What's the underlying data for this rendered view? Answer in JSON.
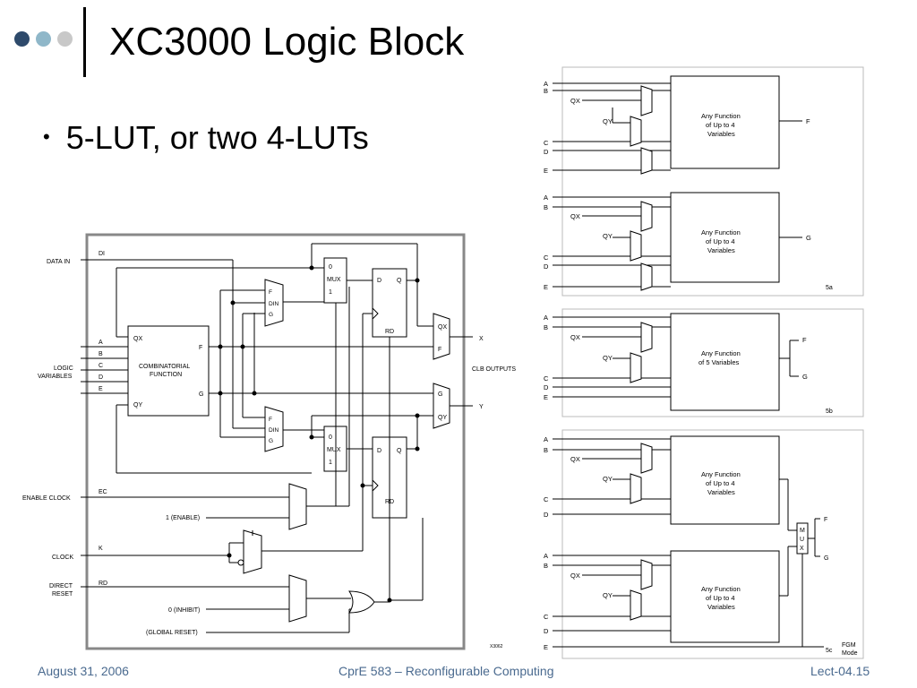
{
  "slide": {
    "title": "XC3000 Logic Block",
    "bullet": "5-LUT, or two 4-LUTs"
  },
  "footer": {
    "date": "August 31, 2006",
    "course": "CprE 583 – Reconfigurable Computing",
    "lecture": "Lect-04.15"
  },
  "colors": {
    "dot1": "#2e4a6b",
    "dot2": "#8fb7c9",
    "dot3": "#c8c8c8",
    "footer_text": "#4a6a8f"
  },
  "clb": {
    "ext_labels": {
      "data_in": "DATA IN",
      "logic_variables": [
        "LOGIC",
        "VARIABLES"
      ],
      "enable_clock": "ENABLE CLOCK",
      "enable_1": "1 (ENABLE)",
      "clock": "CLOCK",
      "direct_reset": [
        "DIRECT",
        "RESET"
      ],
      "inhibit": "0 (INHIBIT)",
      "global_reset": "(GLOBAL RESET)",
      "clb_outputs": "CLB OUTPUTS",
      "figure_id": "X3062"
    },
    "pins": {
      "di": "DI",
      "ec": "EC",
      "k": "K",
      "rd": "RD"
    },
    "inputs": [
      "A",
      "B",
      "C",
      "D",
      "E"
    ],
    "comb": {
      "line1": "COMBINATORIAL",
      "line2": "FUNCTION",
      "qx": "QX",
      "qy": "QY",
      "f": "F",
      "g": "G"
    },
    "mux_small": {
      "f": "F",
      "din": "DIN",
      "g": "G"
    },
    "mux_big": {
      "zero": "0",
      "label": "MUX",
      "one": "1"
    },
    "ff": {
      "d": "D",
      "q": "Q",
      "rd": "RD"
    },
    "out_mux": {
      "qx": "QX",
      "f": "F",
      "g": "G",
      "qy": "QY"
    },
    "outputs": {
      "x": "X",
      "y": "Y"
    }
  },
  "modes": {
    "func_4": [
      "Any Function",
      "of Up to 4",
      "Variables"
    ],
    "func_5": [
      "Any Function",
      "of 5 Variables"
    ],
    "qx": "QX",
    "qy": "QY",
    "f": "F",
    "g": "G",
    "fgm_mux": [
      "M",
      "U",
      "X"
    ],
    "fgm_mode": [
      "FGM",
      "Mode"
    ],
    "panel_5a": "5a",
    "panel_5b": "5b",
    "panel_5c": "5c",
    "inputs_top": [
      "A",
      "B",
      "C",
      "D",
      "E"
    ],
    "inputs_fgm_top": [
      "A",
      "B",
      "C",
      "D"
    ]
  }
}
